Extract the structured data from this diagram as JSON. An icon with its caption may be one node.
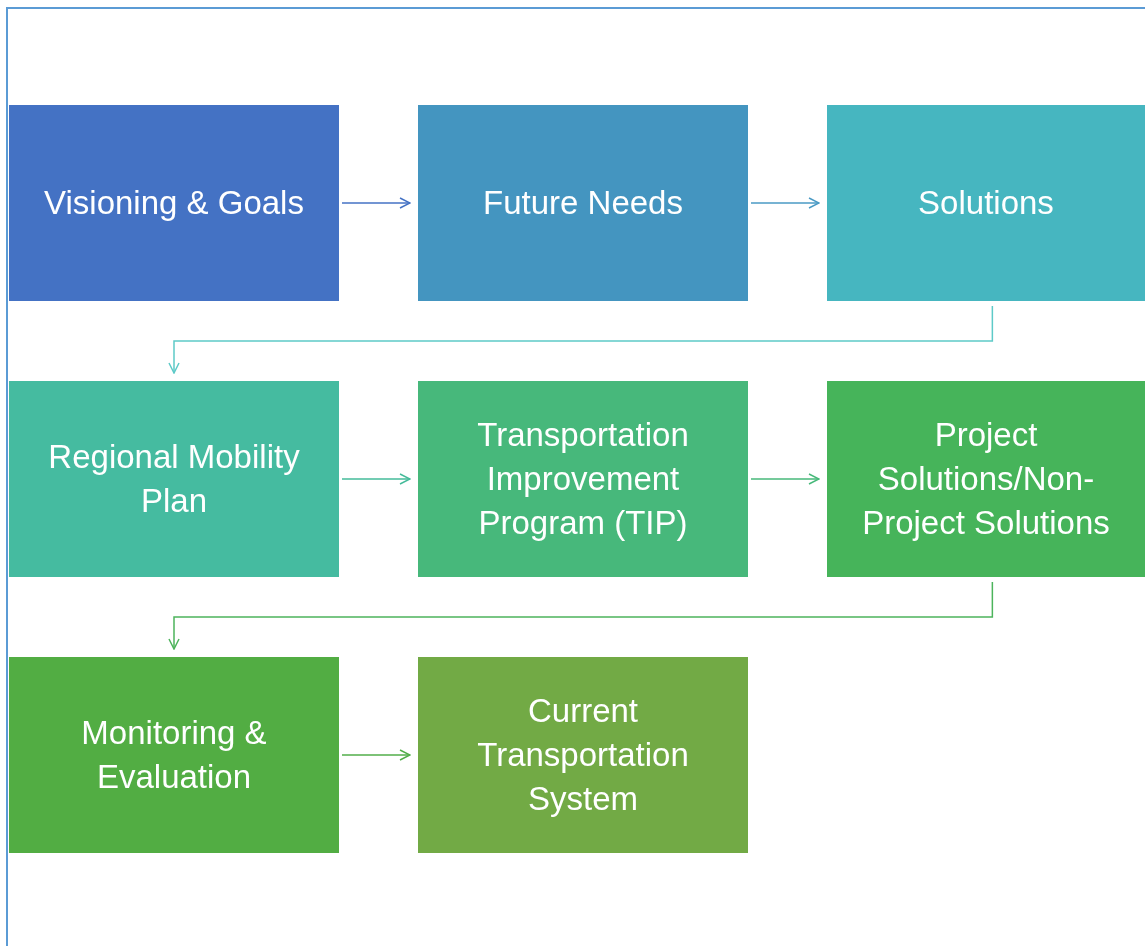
{
  "diagram": {
    "nodes": [
      {
        "text": [
          "Visioning & Goals"
        ]
      },
      {
        "text": [
          "Future Needs"
        ]
      },
      {
        "text": [
          "Solutions"
        ]
      },
      {
        "text": [
          "Regional Mobility Plan"
        ]
      },
      {
        "text": [
          "Transportation Improvement Program (TIP)"
        ]
      },
      {
        "text": [
          "Project Solutions/Non-Project Solutions"
        ]
      },
      {
        "text": [
          "Monitoring & Evaluation"
        ]
      },
      {
        "text": [
          "Current Transportation System"
        ]
      }
    ],
    "edges": [
      {
        "from": 0,
        "to": 1,
        "arrow": "to",
        "color": "#4472c4"
      },
      {
        "from": 1,
        "to": 2,
        "arrow": "to",
        "color": "#4a9ac4"
      },
      {
        "from": 2,
        "to": 3,
        "arrow": "to",
        "color": "#5ecac8"
      },
      {
        "from": 3,
        "to": 4,
        "arrow": "to",
        "color": "#45bb9a"
      },
      {
        "from": 4,
        "to": 5,
        "arrow": "to",
        "color": "#47b97a"
      },
      {
        "from": 5,
        "to": 6,
        "arrow": "to",
        "color": "#4db45c"
      },
      {
        "from": 6,
        "to": 7,
        "arrow": "to",
        "color": "#52ae4a"
      }
    ]
  }
}
